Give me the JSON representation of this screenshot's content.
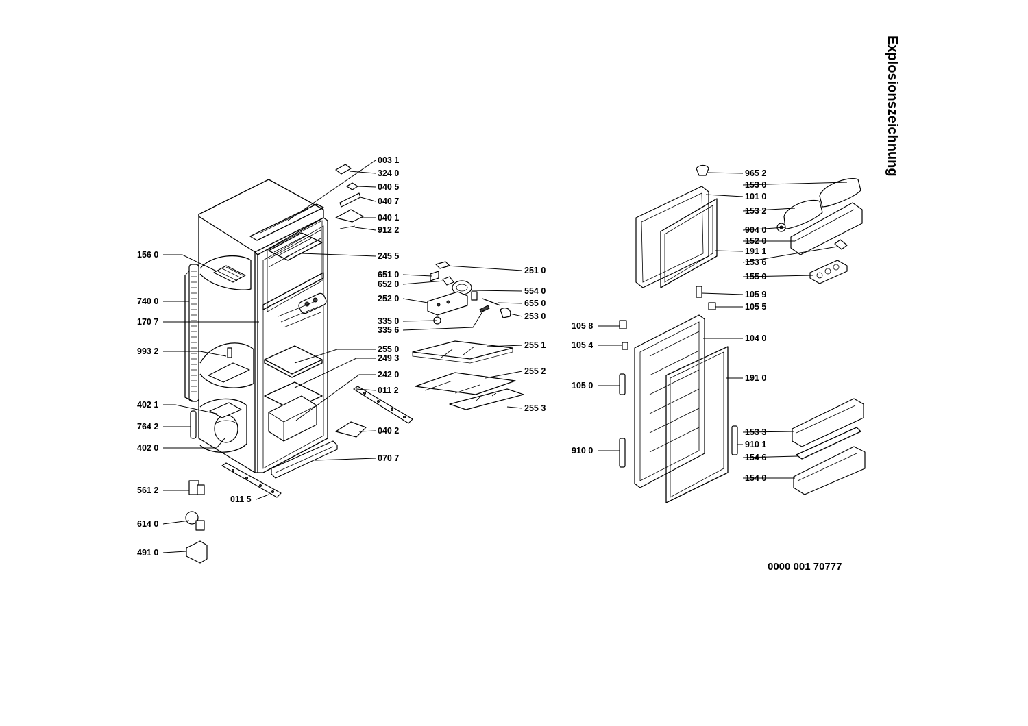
{
  "title": "Explosionszeichnung",
  "document_number": "0000  001 70777",
  "callouts": [
    {
      "id": "c1",
      "text": "003 1"
    },
    {
      "id": "c2",
      "text": "324 0"
    },
    {
      "id": "c3",
      "text": "040 5"
    },
    {
      "id": "c4",
      "text": "040 7"
    },
    {
      "id": "c5",
      "text": "040 1"
    },
    {
      "id": "c6",
      "text": "912 2"
    },
    {
      "id": "c7",
      "text": "245 5"
    },
    {
      "id": "c8",
      "text": "156 0"
    },
    {
      "id": "c9",
      "text": "740 0"
    },
    {
      "id": "c10",
      "text": "170 7"
    },
    {
      "id": "c11",
      "text": "993 2"
    },
    {
      "id": "c12",
      "text": "402 1"
    },
    {
      "id": "c13",
      "text": "764 2"
    },
    {
      "id": "c14",
      "text": "402 0"
    },
    {
      "id": "c15",
      "text": "561 2"
    },
    {
      "id": "c16",
      "text": "614 0"
    },
    {
      "id": "c17",
      "text": "491 0"
    },
    {
      "id": "c18",
      "text": "011 5"
    },
    {
      "id": "c19",
      "text": "070 7"
    },
    {
      "id": "c20",
      "text": "040 2"
    },
    {
      "id": "c21",
      "text": "011 2"
    },
    {
      "id": "c22",
      "text": "242 0"
    },
    {
      "id": "c23",
      "text": "249 3"
    },
    {
      "id": "c24",
      "text": "255 0"
    },
    {
      "id": "c25",
      "text": "335 6"
    },
    {
      "id": "c26",
      "text": "335 0"
    },
    {
      "id": "c27",
      "text": "252 0"
    },
    {
      "id": "c28",
      "text": "652 0"
    },
    {
      "id": "c29",
      "text": "651 0"
    },
    {
      "id": "c30",
      "text": "251 0"
    },
    {
      "id": "c31",
      "text": "554 0"
    },
    {
      "id": "c32",
      "text": "655 0"
    },
    {
      "id": "c33",
      "text": "253 0"
    },
    {
      "id": "c34",
      "text": "255 1"
    },
    {
      "id": "c35",
      "text": "255 2"
    },
    {
      "id": "c36",
      "text": "255 3"
    },
    {
      "id": "c37",
      "text": "965 2"
    },
    {
      "id": "c38",
      "text": "153 0"
    },
    {
      "id": "c39",
      "text": "101 0"
    },
    {
      "id": "c40",
      "text": "153 2"
    },
    {
      "id": "c41",
      "text": "904 0"
    },
    {
      "id": "c42",
      "text": "152 0"
    },
    {
      "id": "c43",
      "text": "191 1"
    },
    {
      "id": "c44",
      "text": "153 6"
    },
    {
      "id": "c45",
      "text": "155 0"
    },
    {
      "id": "c46",
      "text": "105 9"
    },
    {
      "id": "c47",
      "text": "105 5"
    },
    {
      "id": "c48",
      "text": "105 8"
    },
    {
      "id": "c49",
      "text": "105 4"
    },
    {
      "id": "c50",
      "text": "104 0"
    },
    {
      "id": "c51",
      "text": "105 0"
    },
    {
      "id": "c52",
      "text": "191 0"
    },
    {
      "id": "c53",
      "text": "153 3"
    },
    {
      "id": "c54",
      "text": "910 1"
    },
    {
      "id": "c55",
      "text": "910 0"
    },
    {
      "id": "c56",
      "text": "154 6"
    },
    {
      "id": "c57",
      "text": "154 0"
    }
  ]
}
